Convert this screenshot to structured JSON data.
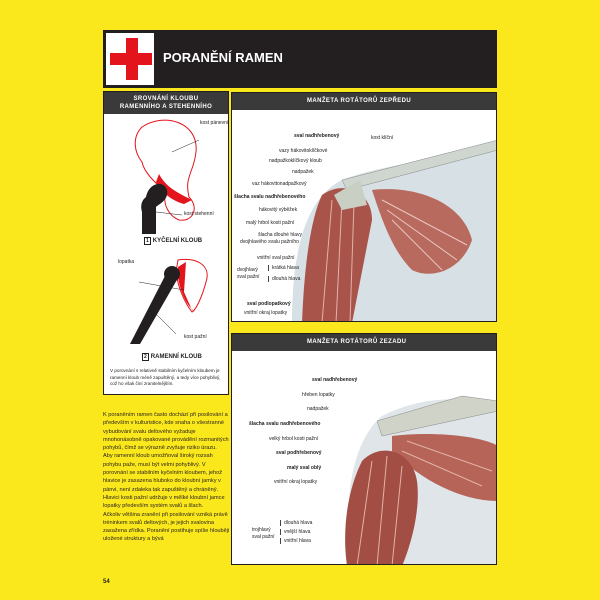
{
  "header": {
    "title": "PORANĚNÍ RAMEN",
    "icon": "red-cross-icon"
  },
  "comparison": {
    "title_line1": "SROVNÁNÍ KLOUBU",
    "title_line2": "RAMENNÍHO A STEHENNÍHO",
    "hip": {
      "num": "1",
      "label": "KYČELNÍ KLOUB",
      "pelvis": "kost pánevní",
      "femur": "kost stehenní"
    },
    "shoulder": {
      "num": "2",
      "label": "RAMENNÍ KLOUB",
      "scapula": "lopatka",
      "humerus": "kost pažní"
    },
    "caption": "V porovnání s relativně stabilním kyčelním kloubem je ramenní kloub méně zapuštěný, a tedy více pohyblivý, což ho však činí zranitelnějším."
  },
  "front": {
    "title": "MANŽETA ROTÁTORŮ ZEPŘEDU",
    "labels": [
      "sval nadhřebenový",
      "kost klíční",
      "vazy hákovitoklíčkové",
      "nadpažkoklíčkový kloub",
      "nadpažek",
      "vaz hákovitonadpažkový",
      "šlacha svalu nadhřebenového",
      "hákovitý výběžek",
      "malý hrbol kosti pažní",
      "šlacha dlouhé hlavy",
      "dvojhlavého svalu pažního",
      "vnitřní sval pažní",
      "dvojhlavý",
      "sval pažní",
      "krátká hlava",
      "dlouhá hlava",
      "sval podlopatkový",
      "vnitřní okraj lopatky"
    ]
  },
  "back": {
    "title": "MANŽETA ROTÁTORŮ ZEZADU",
    "labels": [
      "sval nadhřebenový",
      "hřeben lopatky",
      "nadpažek",
      "šlacha svalu nadhřebenového",
      "velký hrbol kosti pažní",
      "sval podhřebenový",
      "malý sval oblý",
      "vnitřní okraj lopatky",
      "trojhlavý",
      "sval pažní",
      "dlouhá hlava",
      "vnější hlava",
      "vnitřní hlava"
    ]
  },
  "body": {
    "paragraphs": [
      "K poraněním ramen často dochází při posilování a především v kulturistice, kde snaha o všestranné vybudování svalu deltového vyžaduje mnohonásobně opakované provádění rozmanitých pohybů, čímž se výrazně zvyšuje riziko úrazu.",
      "Aby ramenní kloub umožňoval široký rozsah pohybu paže, musí být velmi pohyblivý. V porovnání se stabilním kyčelním kloubem, jehož hlavice je zasazena hluboko do kloubní jamky v pánvi, není zdaleka tak zapuštěný a chráněný. Hlavici kosti pažní udržuje v mělké kloubní jamce lopatky především systém svalů a šlach.",
      "Ačkoliv většina zranění při posilování vzniká právě tréninkem svalů deltových, je jejich svalovina zasažena zřídka. Poranění postihuje spíše hlouběji uložené struktury a bývá"
    ]
  },
  "page_number": "54",
  "colors": {
    "page": "#fbe81c",
    "accent": "#e3141c",
    "dark": "#231f20"
  }
}
